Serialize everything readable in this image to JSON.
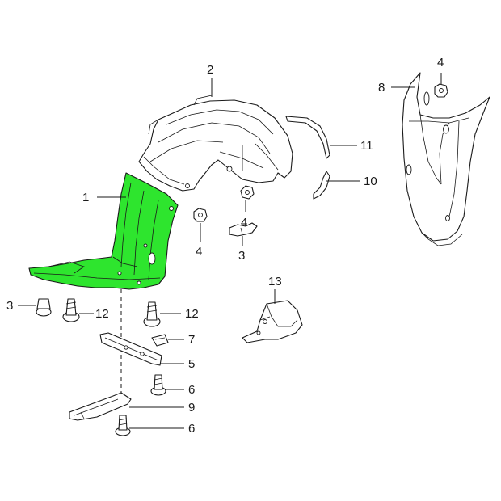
{
  "diagram": {
    "highlight_color": "#2ee52e",
    "line_color": "#1a1a1a",
    "highlighted_part": "1",
    "callouts": [
      {
        "id": "c1",
        "label": "1"
      },
      {
        "id": "c2",
        "label": "2"
      },
      {
        "id": "c3a",
        "label": "3"
      },
      {
        "id": "c3b",
        "label": "3"
      },
      {
        "id": "c4a",
        "label": "4"
      },
      {
        "id": "c4b",
        "label": "4"
      },
      {
        "id": "c4c",
        "label": "4"
      },
      {
        "id": "c5",
        "label": "5"
      },
      {
        "id": "c6a",
        "label": "6"
      },
      {
        "id": "c6b",
        "label": "6"
      },
      {
        "id": "c7",
        "label": "7"
      },
      {
        "id": "c8",
        "label": "8"
      },
      {
        "id": "c9",
        "label": "9"
      },
      {
        "id": "c10",
        "label": "10"
      },
      {
        "id": "c11",
        "label": "11"
      },
      {
        "id": "c12a",
        "label": "12"
      },
      {
        "id": "c12b",
        "label": "12"
      },
      {
        "id": "c13",
        "label": "13"
      }
    ]
  }
}
